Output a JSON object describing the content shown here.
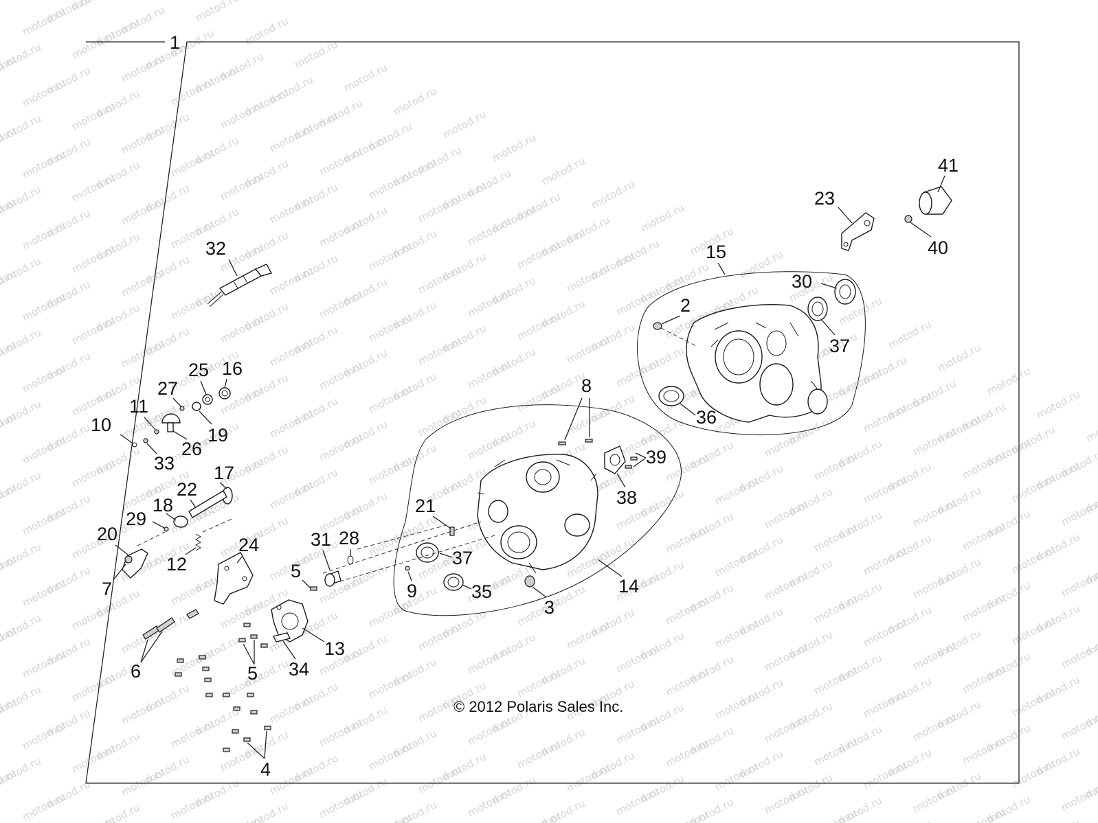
{
  "watermark": {
    "text": "motod.ru"
  },
  "copyright": "© 2012 Polaris Sales Inc.",
  "callouts": {
    "c1": "1",
    "c2": "2",
    "c3": "3",
    "c4": "4",
    "c5a": "5",
    "c5b": "5",
    "c6": "6",
    "c7": "7",
    "c8": "8",
    "c9": "9",
    "c10": "10",
    "c11": "11",
    "c12": "12",
    "c13": "13",
    "c14": "14",
    "c15": "15",
    "c16": "16",
    "c17": "17",
    "c18": "18",
    "c19": "19",
    "c20": "20",
    "c21": "21",
    "c22": "22",
    "c23": "23",
    "c24": "24",
    "c25": "25",
    "c26": "26",
    "c27": "27",
    "c28": "28",
    "c29": "29",
    "c30": "30",
    "c31": "31",
    "c32": "32",
    "c33": "33",
    "c34": "34",
    "c35": "35",
    "c36": "36",
    "c37a": "37",
    "c37b": "37",
    "c38": "38",
    "c39": "39",
    "c40": "40",
    "c41": "41"
  }
}
